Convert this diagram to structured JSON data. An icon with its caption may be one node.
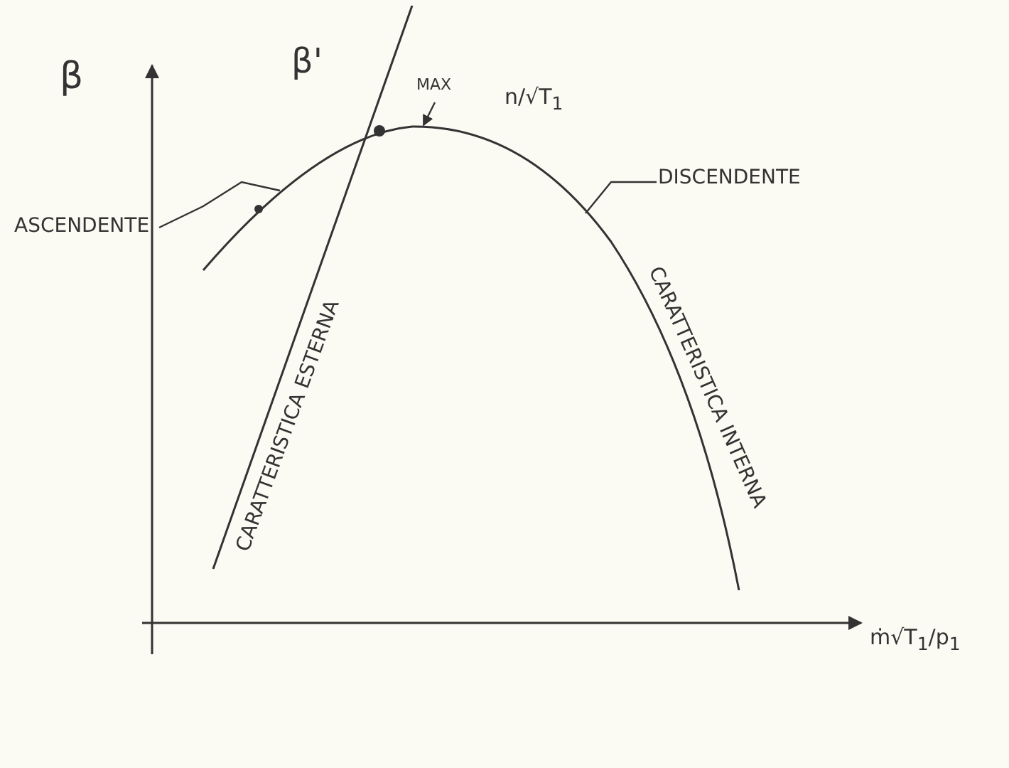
{
  "diagram": {
    "nodes": [
      {
        "text": [
          "ASCENDENTE"
        ]
      },
      {
        "text": [
          "DISCENDENTE"
        ]
      },
      {
        "text": [
          "MAX"
        ]
      }
    ],
    "edges": [
      {
        "from": 0,
        "to": null,
        "arrow": "none"
      },
      {
        "from": 1,
        "to": null,
        "arrow": "none"
      },
      {
        "from": 2,
        "to": null,
        "arrow": "to"
      }
    ],
    "labels": [
      "β",
      "β'",
      "n/√T$_{1}$",
      "CARATTERISTICA ESTERNA",
      "CARATTERISTICA INTERNA",
      "ṁ√T$_{1}$/p$_{1}$"
    ]
  }
}
